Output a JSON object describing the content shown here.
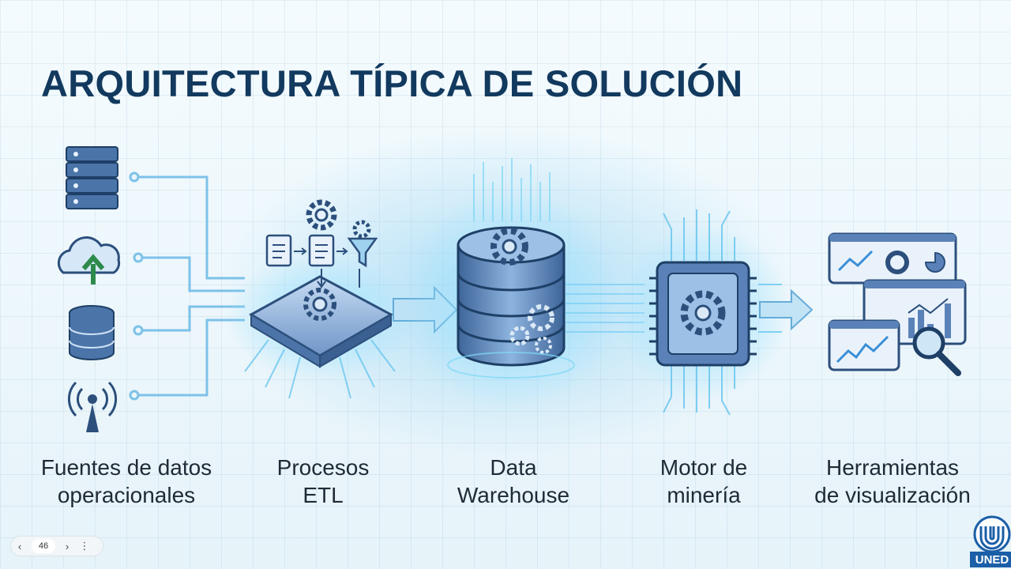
{
  "title": "ARQUITECTURA TÍPICA DE SOLUCIÓN",
  "stages": [
    {
      "line1": "Fuentes de datos",
      "line2": "operacionales",
      "icon": "data-sources-icon"
    },
    {
      "line1": "Procesos",
      "line2": "ETL",
      "icon": "etl-processor-icon"
    },
    {
      "line1": "Data",
      "line2": "Warehouse",
      "icon": "data-warehouse-icon"
    },
    {
      "line1": "Motor de",
      "line2": "minería",
      "icon": "mining-engine-icon"
    },
    {
      "line1": "Herramientas",
      "line2": "de visualización",
      "icon": "visualization-dashboard-icon"
    }
  ],
  "pager": {
    "page": "46",
    "prev": "‹",
    "next": "›",
    "more": "⋮"
  },
  "logo": {
    "text": "UNED"
  },
  "colors": {
    "title": "#12395e",
    "accent": "#3a8fd6",
    "dark": "#2c4f7c",
    "glow": "#7fd0f5"
  }
}
